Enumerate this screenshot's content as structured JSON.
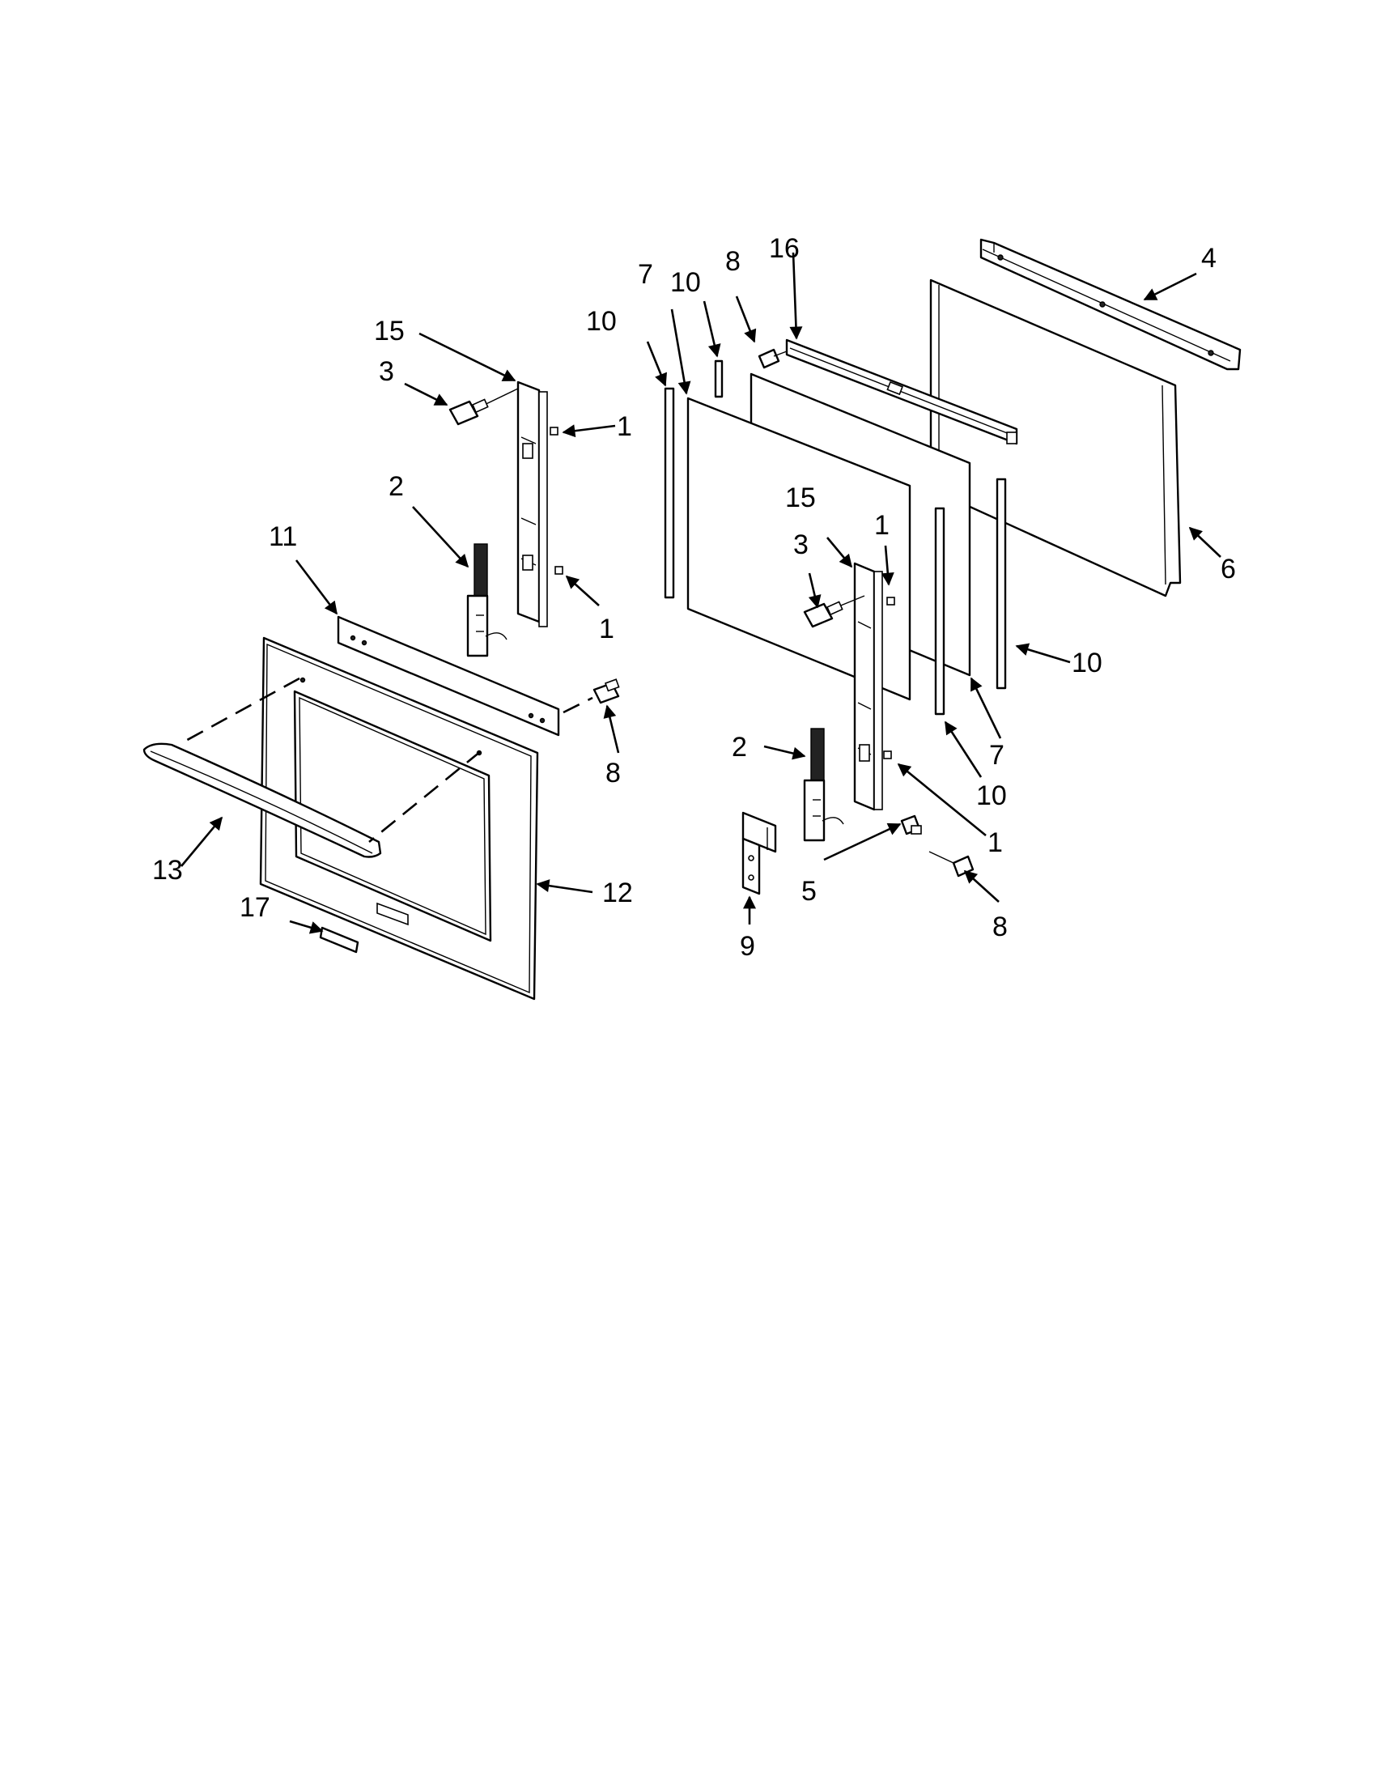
{
  "callouts": {
    "c1a": "1",
    "c1b": "1",
    "c1c": "1",
    "c1d": "1",
    "c2a": "2",
    "c2b": "2",
    "c3a": "3",
    "c3b": "3",
    "c4": "4",
    "c5": "5",
    "c6": "6",
    "c7a": "7",
    "c7b": "7",
    "c8a": "8",
    "c8b": "8",
    "c8c": "8",
    "c9": "9",
    "c10a": "10",
    "c10b": "10",
    "c10c": "10",
    "c10d": "10",
    "c11": "11",
    "c12": "12",
    "c13": "13",
    "c15a": "15",
    "c15b": "15",
    "c16": "16",
    "c17": "17"
  }
}
